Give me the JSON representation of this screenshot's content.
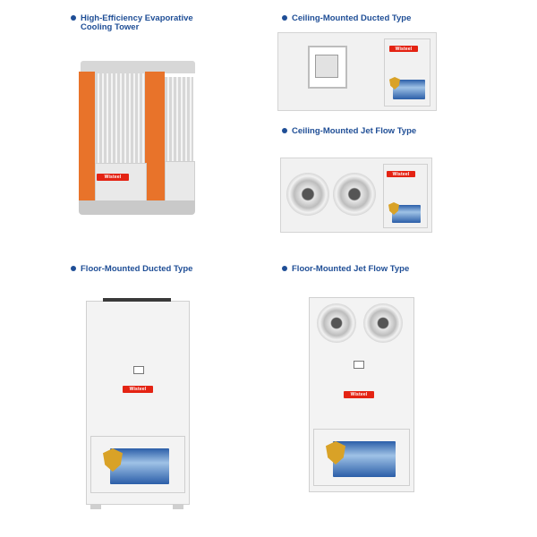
{
  "products": [
    {
      "line1": "High-Efficiency Evaporative",
      "line2": "Cooling Tower"
    },
    {
      "line1": "Ceiling-Mounted Ducted Type"
    },
    {
      "line1": "Ceiling-Mounted Jet Flow Type"
    },
    {
      "line1": "Floor-Mounted Ducted Type"
    },
    {
      "line1": "Floor-Mounted Jet Flow Type"
    }
  ],
  "brand_label": "Wisteel",
  "colors": {
    "caption": "#1f4e96",
    "orange": "#e8732a",
    "brand_red": "#e42313"
  }
}
